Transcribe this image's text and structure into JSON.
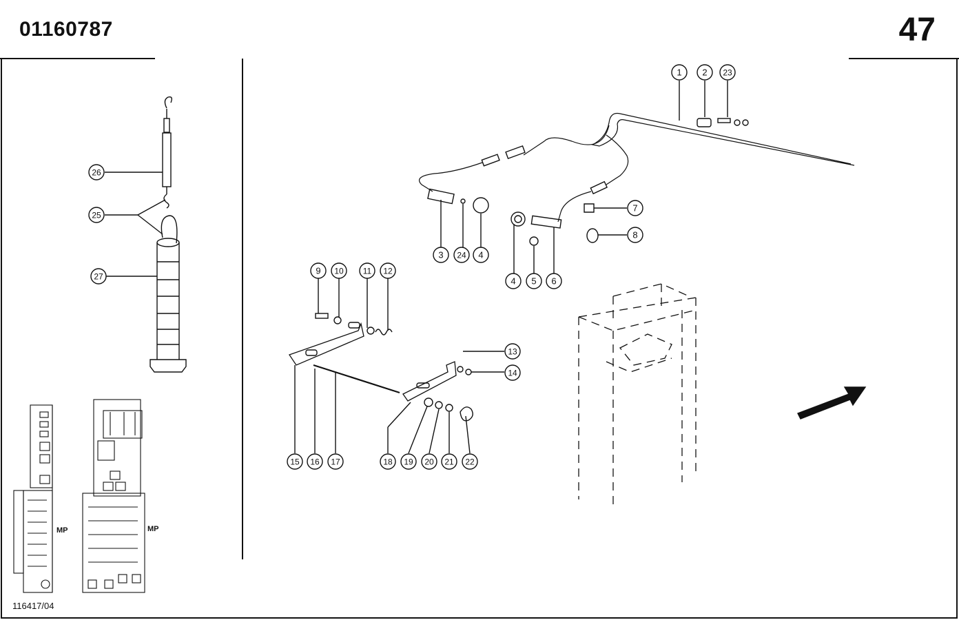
{
  "header": {
    "doc_number": "01160787",
    "page_number": "47"
  },
  "footer": {
    "drawing_ref": "116417/04"
  },
  "inset": {
    "mp_left": "MP",
    "mp_right": "MP"
  },
  "callouts": [
    {
      "label": "1"
    },
    {
      "label": "2"
    },
    {
      "label": "23"
    },
    {
      "label": "7"
    },
    {
      "label": "8"
    },
    {
      "label": "3"
    },
    {
      "label": "24"
    },
    {
      "label": "4"
    },
    {
      "label": "4"
    },
    {
      "label": "5"
    },
    {
      "label": "6"
    },
    {
      "label": "9"
    },
    {
      "label": "10"
    },
    {
      "label": "11"
    },
    {
      "label": "12"
    },
    {
      "label": "13"
    },
    {
      "label": "14"
    },
    {
      "label": "15"
    },
    {
      "label": "16"
    },
    {
      "label": "17"
    },
    {
      "label": "18"
    },
    {
      "label": "19"
    },
    {
      "label": "20"
    },
    {
      "label": "21"
    },
    {
      "label": "22"
    },
    {
      "label": "26"
    },
    {
      "label": "25"
    },
    {
      "label": "27"
    }
  ]
}
